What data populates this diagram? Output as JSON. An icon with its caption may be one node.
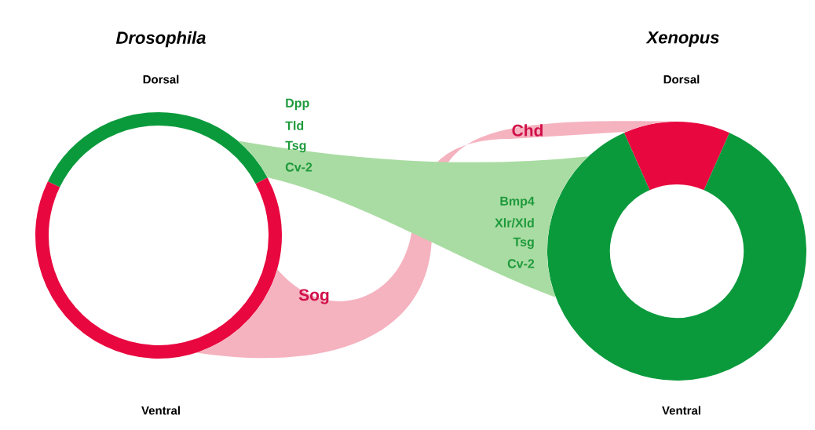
{
  "diagram": {
    "nodes": [
      {
        "text": [],
        "shape": "circle"
      },
      {
        "text": [],
        "shape": "circle"
      }
    ],
    "edges": [
      {
        "from": 0,
        "to": 1,
        "arrow": "none",
        "style": "thick",
        "color": "#f5b2bf"
      },
      {
        "from": 0,
        "to": 1,
        "arrow": "none",
        "style": "thick",
        "color": "#a9dca2"
      }
    ],
    "labels": [
      "Drosophila",
      "Xenopus",
      "Dorsal",
      "Dorsal",
      "Dpp",
      "Tld",
      "Chd",
      "Tsg",
      "Cv-2",
      "Bmp4",
      "Xlr/Xld",
      "Tsg",
      "Cv-2",
      "Sog",
      "Ventral",
      "Ventral"
    ]
  }
}
